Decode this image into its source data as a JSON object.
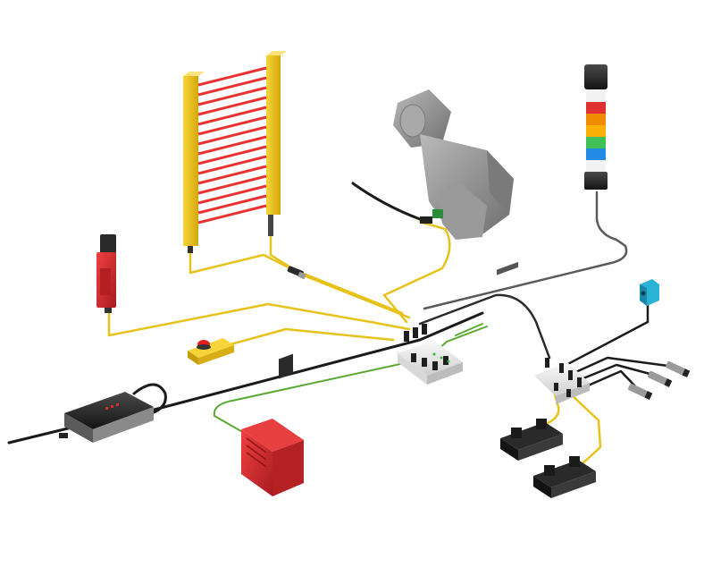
{
  "colors": {
    "background": "#ffffff",
    "cable_yellow": "#e6c21a",
    "cable_green": "#5aa832",
    "cable_black": "#222222",
    "cable_gray": "#5a5a5a",
    "device_red": "#d8262b",
    "device_yellow": "#f2c418",
    "device_gray": "#8e8e8e",
    "sensor_cyan": "#2ab3d6",
    "module_white": "#ececec"
  },
  "components": [
    {
      "id": "light-curtain",
      "icon": "safety-light-curtain"
    },
    {
      "id": "servo-motor",
      "icon": "gear-motor"
    },
    {
      "id": "signal-tower",
      "icon": "stack-light",
      "segments": [
        "#f2f2f2",
        "#e03131",
        "#f08c00",
        "#fab005",
        "#40c057",
        "#228be6",
        "#f2f2f2"
      ]
    },
    {
      "id": "safety-door-switch",
      "icon": "door-interlock-switch"
    },
    {
      "id": "emergency-stop",
      "icon": "e-stop-box"
    },
    {
      "id": "distribution-box-main",
      "icon": "io-distribution-box"
    },
    {
      "id": "distribution-box-right",
      "icon": "io-distribution-box"
    },
    {
      "id": "proximity-sensor",
      "icon": "photoelectric-sensor"
    },
    {
      "id": "inductive-sensors",
      "icon": "cylindrical-sensor",
      "count": 3
    },
    {
      "id": "safety-controller",
      "icon": "safety-plc"
    },
    {
      "id": "power-supply",
      "icon": "drive-power-unit"
    },
    {
      "id": "valve-1",
      "icon": "directional-valve"
    },
    {
      "id": "valve-2",
      "icon": "directional-valve"
    }
  ],
  "device_labels": {
    "signal_tower_tag": "",
    "power_unit_tag": ""
  }
}
